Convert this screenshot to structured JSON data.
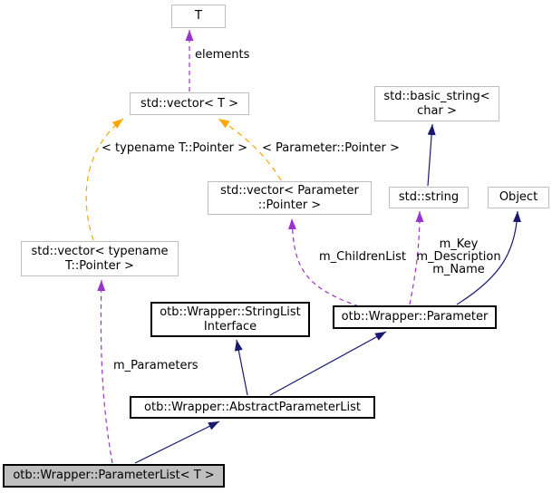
{
  "diagram": {
    "title": "otb::Wrapper::ParameterList collaboration graph",
    "nodes": {
      "t": {
        "label": "T"
      },
      "vector_t": {
        "label": "std::vector< T >"
      },
      "basic_string": {
        "label": "std::basic_string<\nchar >"
      },
      "vector_param_ptr": {
        "label": "std::vector< Parameter\n::Pointer >"
      },
      "std_string": {
        "label": "std::string"
      },
      "object": {
        "label": "Object"
      },
      "vector_typename": {
        "label": "std::vector< typename\nT::Pointer >"
      },
      "stringlist_interface": {
        "label": "otb::Wrapper::StringList\nInterface"
      },
      "parameter": {
        "label": "otb::Wrapper::Parameter"
      },
      "abstract_parameter_list": {
        "label": "otb::Wrapper::AbstractParameterList"
      },
      "parameter_list": {
        "label": "otb::Wrapper::ParameterList< T >"
      }
    },
    "edge_labels": {
      "elements": "elements",
      "template_typename": "< typename T::Pointer >",
      "template_parameter": "< Parameter::Pointer >",
      "m_children_list": "m_ChildrenList",
      "m_key_group": "m_Key\nm_Description\nm_Name",
      "m_parameters": "m_Parameters"
    },
    "colors": {
      "inheritance": "#191970",
      "usage": "#9a32cd",
      "template": "#ffa500",
      "external_border": "#bfbfbf",
      "documented_border": "#000000",
      "current_fill": "#bfbfbf"
    }
  }
}
